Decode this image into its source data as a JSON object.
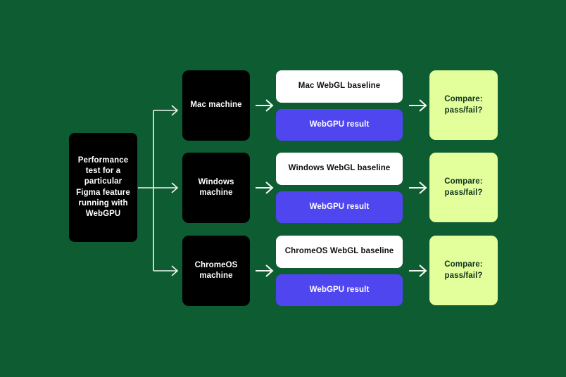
{
  "diagram": {
    "background_color": "#0d5c32",
    "title_text": "",
    "source": {
      "label": "Performance\ntest for a\nparticular\nFigma feature\nrunning with\nWebGPU",
      "color": "#000000",
      "text_color": "#ffffff"
    },
    "rows": [
      {
        "machine": "Mac machine",
        "baseline": "Mac WebGL baseline",
        "result": "WebGPU result",
        "compare": "Compare:\npass/fail?"
      },
      {
        "machine": "Windows\nmachine",
        "baseline": "Windows WebGL baseline",
        "result": "WebGPU result",
        "compare": "Compare:\npass/fail?"
      },
      {
        "machine": "ChromeOS\nmachine",
        "baseline": "ChromeOS WebGL baseline",
        "result": "WebGPU result",
        "compare": "Compare:\npass/fail?"
      }
    ],
    "colors": {
      "machine_box": "#000000",
      "baseline_box": "#ffffff",
      "result_box": "#4f46f0",
      "compare_box": "#e2ff9c",
      "connector": "#f2f7f2"
    }
  }
}
